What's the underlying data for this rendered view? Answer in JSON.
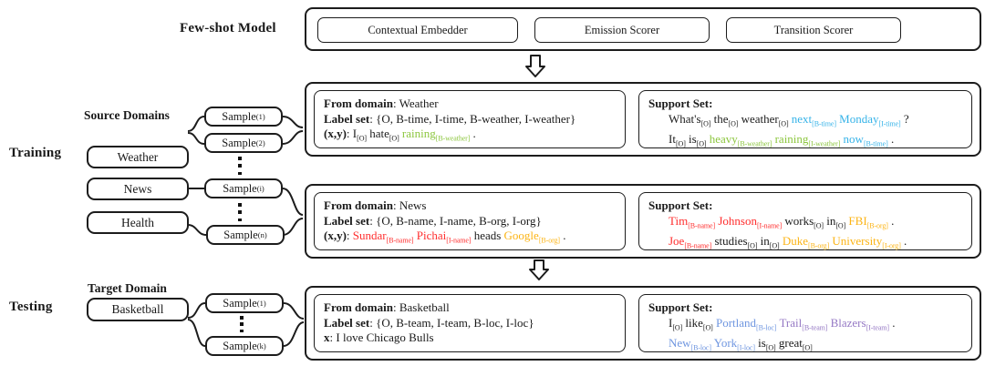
{
  "stages": {
    "training_label": "Training",
    "testing_label": "Testing",
    "source_title": "Source Domains",
    "target_title": "Target Domain"
  },
  "model": {
    "title": "Few-shot Model",
    "components": [
      {
        "label": "Contextual Embedder"
      },
      {
        "label": "Emission Scorer"
      },
      {
        "label": "Transition Scorer"
      }
    ]
  },
  "source_domains": [
    {
      "label": "Weather"
    },
    {
      "label": "News"
    },
    {
      "label": "Health"
    }
  ],
  "target_domains": [
    {
      "label": "Basketball"
    }
  ],
  "source_samples": [
    {
      "name": "Sample",
      "sub": "(1)"
    },
    {
      "name": "Sample",
      "sub": "(2)"
    },
    {
      "name": "Sample",
      "sub": "(i)"
    },
    {
      "name": "Sample",
      "sub": "(n)"
    }
  ],
  "target_samples": [
    {
      "name": "Sample",
      "sub": "(1)"
    },
    {
      "name": "Sample",
      "sub": "(k)"
    }
  ],
  "labels": {
    "from_domain": "From domain",
    "label_set": "Label set",
    "xy": "(x,y)",
    "x_only": "x",
    "support_set": "Support Set:"
  },
  "colors": {
    "green": "#8cc63e",
    "blue": "#36b3e8",
    "red": "#ff2d2d",
    "orange": "#fcb415",
    "purple": "#9578c4",
    "blue2": "#6f96e0",
    "black": "#1a1a1a"
  },
  "examples": [
    {
      "id": "weather",
      "domain_value": "Weather",
      "label_set_value": "{O, B-time, I-time, B-weather, I-weather}",
      "xy_prefix": "(x,y)",
      "xy_tokens": [
        {
          "word": "I",
          "tag": "[O]",
          "color": "black"
        },
        {
          "word": "hate",
          "tag": "[O]",
          "color": "black"
        },
        {
          "word": "raining",
          "tag": "[B-weather]",
          "color": "green"
        },
        {
          "word": ".",
          "tag": "",
          "color": "black"
        }
      ],
      "support_lines": [
        [
          {
            "word": "What's",
            "tag": "[O]",
            "color": "black"
          },
          {
            "word": "the",
            "tag": "[O]",
            "color": "black"
          },
          {
            "word": "weather",
            "tag": "[O]",
            "color": "black"
          },
          {
            "word": "next",
            "tag": "[B-time]",
            "color": "blue"
          },
          {
            "word": "Monday",
            "tag": "[I-time]",
            "color": "blue"
          },
          {
            "word": "?",
            "tag": "",
            "color": "black"
          }
        ],
        [
          {
            "word": "It",
            "tag": "[O]",
            "color": "black"
          },
          {
            "word": "is",
            "tag": "[O]",
            "color": "black"
          },
          {
            "word": "heavy",
            "tag": "[B-weather]",
            "color": "green"
          },
          {
            "word": "raining",
            "tag": "[I-weather]",
            "color": "green"
          },
          {
            "word": "now",
            "tag": "[B-time]",
            "color": "blue"
          },
          {
            "word": ".",
            "tag": "",
            "color": "black"
          }
        ]
      ]
    },
    {
      "id": "news",
      "domain_value": "News",
      "label_set_value": "{O, B-name, I-name, B-org, I-org}",
      "xy_prefix": "(x,y)",
      "xy_tokens": [
        {
          "word": "Sundar",
          "tag": "[B-name]",
          "color": "red"
        },
        {
          "word": "Pichai",
          "tag": "[I-name]",
          "color": "red"
        },
        {
          "word": "heads",
          "tag": "",
          "color": "black"
        },
        {
          "word": "Google",
          "tag": "[B-org]",
          "color": "orange"
        },
        {
          "word": ".",
          "tag": "",
          "color": "black"
        }
      ],
      "support_lines": [
        [
          {
            "word": "Tim",
            "tag": "[B-name]",
            "color": "red"
          },
          {
            "word": "Johnson",
            "tag": "[I-name]",
            "color": "red"
          },
          {
            "word": "works",
            "tag": "[O]",
            "color": "black"
          },
          {
            "word": "in",
            "tag": "[O]",
            "color": "black"
          },
          {
            "word": "FBI",
            "tag": "[B-org]",
            "color": "orange"
          },
          {
            "word": ".",
            "tag": "",
            "color": "black"
          }
        ],
        [
          {
            "word": "Joe",
            "tag": "[B-name]",
            "color": "red"
          },
          {
            "word": "studies",
            "tag": "[O]",
            "color": "black"
          },
          {
            "word": "in",
            "tag": "[O]",
            "color": "black"
          },
          {
            "word": "Duke",
            "tag": "[B-org]",
            "color": "orange"
          },
          {
            "word": "University",
            "tag": "[I-org]",
            "color": "orange"
          },
          {
            "word": ".",
            "tag": "",
            "color": "black"
          }
        ]
      ]
    },
    {
      "id": "basketball",
      "domain_value": "Basketball",
      "label_set_value": "{O, B-team, I-team, B-loc, I-loc}",
      "xy_prefix": "x",
      "x_value": "I love Chicago Bulls",
      "xy_tokens": [],
      "support_lines": [
        [
          {
            "word": "I",
            "tag": "[O]",
            "color": "black"
          },
          {
            "word": "like",
            "tag": "[O]",
            "color": "black"
          },
          {
            "word": "Portland",
            "tag": "[B-loc]",
            "color": "blue2"
          },
          {
            "word": "Trail",
            "tag": "[B-team]",
            "color": "purple"
          },
          {
            "word": "Blazers",
            "tag": "[I-team]",
            "color": "purple"
          },
          {
            "word": ".",
            "tag": "",
            "color": "black"
          }
        ],
        [
          {
            "word": "New",
            "tag": "[B-loc]",
            "color": "blue2"
          },
          {
            "word": "York",
            "tag": "[I-loc]",
            "color": "blue2"
          },
          {
            "word": "is",
            "tag": "[O]",
            "color": "black"
          },
          {
            "word": "great",
            "tag": "[O]",
            "color": "black"
          }
        ]
      ]
    }
  ]
}
